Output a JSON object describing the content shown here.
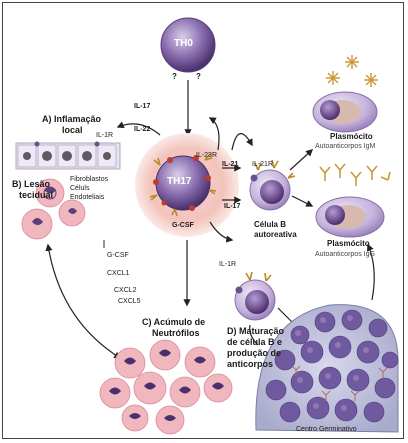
{
  "cells": {
    "th0": "TH0",
    "th17": "TH17",
    "q1": "?",
    "q2": "?"
  },
  "cytokines": {
    "il17_top": "IL-17",
    "il22": "IL-22",
    "il1r_left": "IL-1R",
    "il23r": "IL-23R",
    "il21": "IL-21",
    "il21r": "IL-21R",
    "il17_right": "IL-17",
    "gcsf_th17": "G-CSF",
    "il1r_bottom": "IL-1R",
    "gcsf": "G-CSF",
    "cxcl1": "CXCL1",
    "cxcl2": "CXCL2",
    "cxcl5": "CXCL5"
  },
  "sections": {
    "a_line1": "A) Inflamação",
    "a_line2": "local",
    "b_line1": "B) Lesão",
    "b_line2": "tecidual",
    "c_line1": "C) Acúmulo de",
    "c_line2": "Neutrófilos",
    "d_line1": "D) Maturação",
    "d_line2": "de célula B e",
    "d_line3": "produção de",
    "d_line4": "anticorpos"
  },
  "labels": {
    "fibro1": "Fibroblastos",
    "fibro2": "Céluls",
    "fibro3": "Endoteliais",
    "cellb1": "Célula B",
    "cellb2": "autoreativa",
    "plasm1_title": "Plasmócito",
    "plasm1_sub": "Autoanticorpos IgM",
    "plasm2_title": "Plasmócito",
    "plasm2_sub": "Autoanticorpos IgG",
    "germinal": "Centro Germinativo"
  },
  "colors": {
    "th_purple": "#6b4f8f",
    "cell_lavender": "#c9b8e0",
    "nucleus": "#5a3f7a",
    "th17_halo": "#f3c9c2",
    "neutrophil": "#f0b7bf",
    "germinal_bg": "#b7b9d6",
    "arrow": "#222222"
  }
}
